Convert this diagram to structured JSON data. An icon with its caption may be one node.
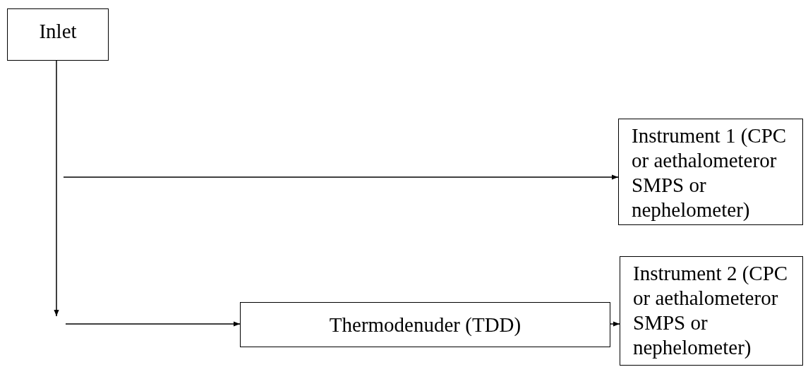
{
  "diagram": {
    "nodes": [
      {
        "text": [
          "Inlet"
        ]
      },
      {
        "text": [
          "Instrument 1 (CPC or aethalometeror SMPS or nephelometer)"
        ]
      },
      {
        "text": [
          "Thermodenuder (TDD)"
        ]
      },
      {
        "text": [
          "Instrument 2 (CPC or aethalometeror SMPS or nephelometer)"
        ]
      }
    ],
    "edges": [
      {
        "from": 0,
        "to": null,
        "arrow": "to"
      },
      {
        "from": null,
        "to": 1,
        "arrow": "to"
      },
      {
        "from": null,
        "to": 2,
        "arrow": "to"
      },
      {
        "from": 2,
        "to": 3,
        "arrow": "to"
      }
    ]
  }
}
